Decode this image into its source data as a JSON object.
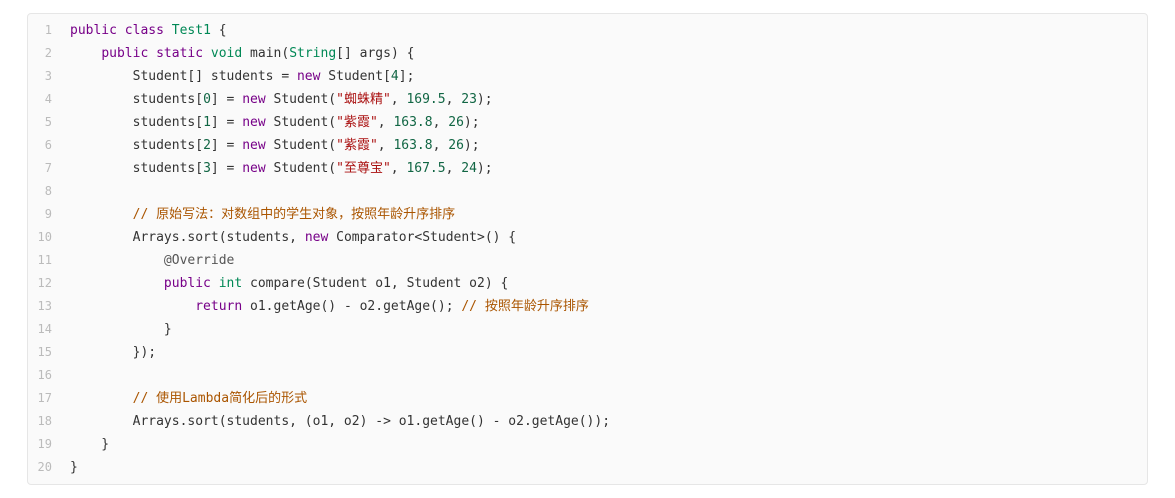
{
  "page": {
    "background": "#ffffff"
  },
  "code_block": {
    "language": "java",
    "background": "#fafafa",
    "border_color": "#e6e6e6",
    "line_number_color": "#bbbbbb",
    "token_colors": {
      "plain": "#333333",
      "keyword": "#770088",
      "type": "#008855",
      "string": "#aa1111",
      "number": "#116644",
      "comment": "#aa5500",
      "meta": "#555555"
    },
    "lines": [
      {
        "number": "1",
        "tokens": [
          [
            "keyword",
            "public"
          ],
          [
            "plain",
            " "
          ],
          [
            "keyword",
            "class"
          ],
          [
            "plain",
            " "
          ],
          [
            "type",
            "Test1"
          ],
          [
            "plain",
            " {"
          ]
        ]
      },
      {
        "number": "2",
        "tokens": [
          [
            "plain",
            "    "
          ],
          [
            "keyword",
            "public"
          ],
          [
            "plain",
            " "
          ],
          [
            "keyword",
            "static"
          ],
          [
            "plain",
            " "
          ],
          [
            "type",
            "void"
          ],
          [
            "plain",
            " main("
          ],
          [
            "type",
            "String"
          ],
          [
            "plain",
            "[] args) {"
          ]
        ]
      },
      {
        "number": "3",
        "tokens": [
          [
            "plain",
            "        Student[] students = "
          ],
          [
            "keyword",
            "new"
          ],
          [
            "plain",
            " Student["
          ],
          [
            "number",
            "4"
          ],
          [
            "plain",
            "];"
          ]
        ]
      },
      {
        "number": "4",
        "tokens": [
          [
            "plain",
            "        students["
          ],
          [
            "number",
            "0"
          ],
          [
            "plain",
            "] = "
          ],
          [
            "keyword",
            "new"
          ],
          [
            "plain",
            " Student("
          ],
          [
            "string",
            "\"蜘蛛精\""
          ],
          [
            "plain",
            ", "
          ],
          [
            "number",
            "169.5"
          ],
          [
            "plain",
            ", "
          ],
          [
            "number",
            "23"
          ],
          [
            "plain",
            ");"
          ]
        ]
      },
      {
        "number": "5",
        "tokens": [
          [
            "plain",
            "        students["
          ],
          [
            "number",
            "1"
          ],
          [
            "plain",
            "] = "
          ],
          [
            "keyword",
            "new"
          ],
          [
            "plain",
            " Student("
          ],
          [
            "string",
            "\"紫霞\""
          ],
          [
            "plain",
            ", "
          ],
          [
            "number",
            "163.8"
          ],
          [
            "plain",
            ", "
          ],
          [
            "number",
            "26"
          ],
          [
            "plain",
            ");"
          ]
        ]
      },
      {
        "number": "6",
        "tokens": [
          [
            "plain",
            "        students["
          ],
          [
            "number",
            "2"
          ],
          [
            "plain",
            "] = "
          ],
          [
            "keyword",
            "new"
          ],
          [
            "plain",
            " Student("
          ],
          [
            "string",
            "\"紫霞\""
          ],
          [
            "plain",
            ", "
          ],
          [
            "number",
            "163.8"
          ],
          [
            "plain",
            ", "
          ],
          [
            "number",
            "26"
          ],
          [
            "plain",
            ");"
          ]
        ]
      },
      {
        "number": "7",
        "tokens": [
          [
            "plain",
            "        students["
          ],
          [
            "number",
            "3"
          ],
          [
            "plain",
            "] = "
          ],
          [
            "keyword",
            "new"
          ],
          [
            "plain",
            " Student("
          ],
          [
            "string",
            "\"至尊宝\""
          ],
          [
            "plain",
            ", "
          ],
          [
            "number",
            "167.5"
          ],
          [
            "plain",
            ", "
          ],
          [
            "number",
            "24"
          ],
          [
            "plain",
            ");"
          ]
        ]
      },
      {
        "number": "8",
        "tokens": []
      },
      {
        "number": "9",
        "tokens": [
          [
            "plain",
            "        "
          ],
          [
            "comment",
            "// 原始写法：对数组中的学生对象，按照年龄升序排序"
          ]
        ]
      },
      {
        "number": "10",
        "tokens": [
          [
            "plain",
            "        Arrays.sort(students, "
          ],
          [
            "keyword",
            "new"
          ],
          [
            "plain",
            " Comparator<Student>() {"
          ]
        ]
      },
      {
        "number": "11",
        "tokens": [
          [
            "plain",
            "            "
          ],
          [
            "meta",
            "@Override"
          ]
        ]
      },
      {
        "number": "12",
        "tokens": [
          [
            "plain",
            "            "
          ],
          [
            "keyword",
            "public"
          ],
          [
            "plain",
            " "
          ],
          [
            "type",
            "int"
          ],
          [
            "plain",
            " compare(Student o1, Student o2) {"
          ]
        ]
      },
      {
        "number": "13",
        "tokens": [
          [
            "plain",
            "                "
          ],
          [
            "keyword",
            "return"
          ],
          [
            "plain",
            " o1.getAge() - o2.getAge(); "
          ],
          [
            "comment",
            "// 按照年龄升序排序"
          ]
        ]
      },
      {
        "number": "14",
        "tokens": [
          [
            "plain",
            "            }"
          ]
        ]
      },
      {
        "number": "15",
        "tokens": [
          [
            "plain",
            "        });"
          ]
        ]
      },
      {
        "number": "16",
        "tokens": []
      },
      {
        "number": "17",
        "tokens": [
          [
            "plain",
            "        "
          ],
          [
            "comment",
            "// 使用Lambda简化后的形式"
          ]
        ]
      },
      {
        "number": "18",
        "tokens": [
          [
            "plain",
            "        Arrays.sort(students, (o1, o2) -> o1.getAge() - o2.getAge());"
          ]
        ]
      },
      {
        "number": "19",
        "tokens": [
          [
            "plain",
            "    }"
          ]
        ]
      },
      {
        "number": "20",
        "tokens": [
          [
            "plain",
            "}"
          ]
        ]
      }
    ]
  }
}
